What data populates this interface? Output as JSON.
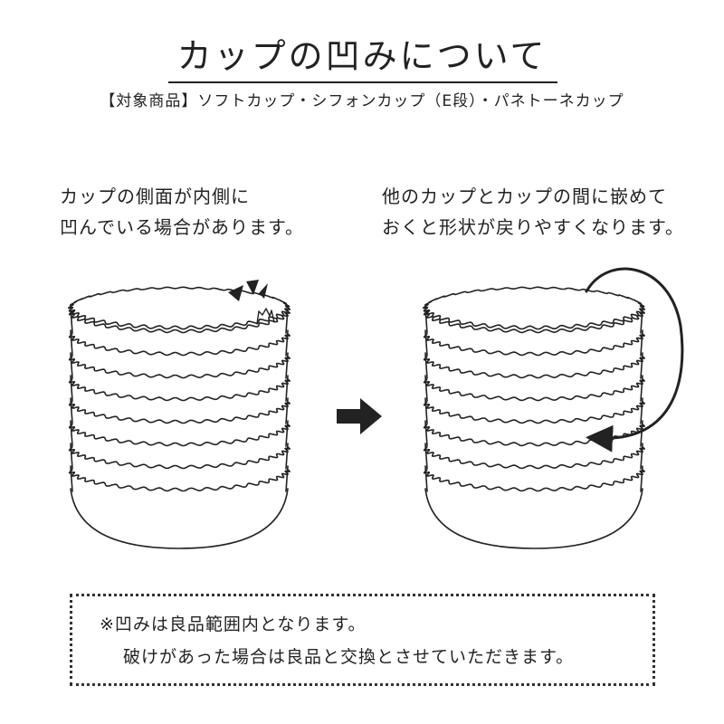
{
  "title": "カップの凹みについて",
  "subtitle": "【対象商品】ソフトカップ・シフォンカップ（E段）・パネトーネカップ",
  "left_caption": {
    "line1": "カップの側面が内側に",
    "line2": "凹んでいる場合があります。"
  },
  "right_caption": {
    "line1": "他のカップとカップの間に嵌めて",
    "line2": "おくと形状が戻りやすくなります。"
  },
  "icons": {
    "arrow": "right-arrow-icon",
    "dent_marker": "dent-indicator-icon",
    "curved_arrow": "curved-arrow-icon"
  },
  "colors": {
    "ink": "#222222",
    "background": "#ffffff"
  },
  "notice": {
    "line1": "※凹みは良品範囲内となります。",
    "line2": "破けがあった場合は良品と交換とさせていただきます。"
  }
}
